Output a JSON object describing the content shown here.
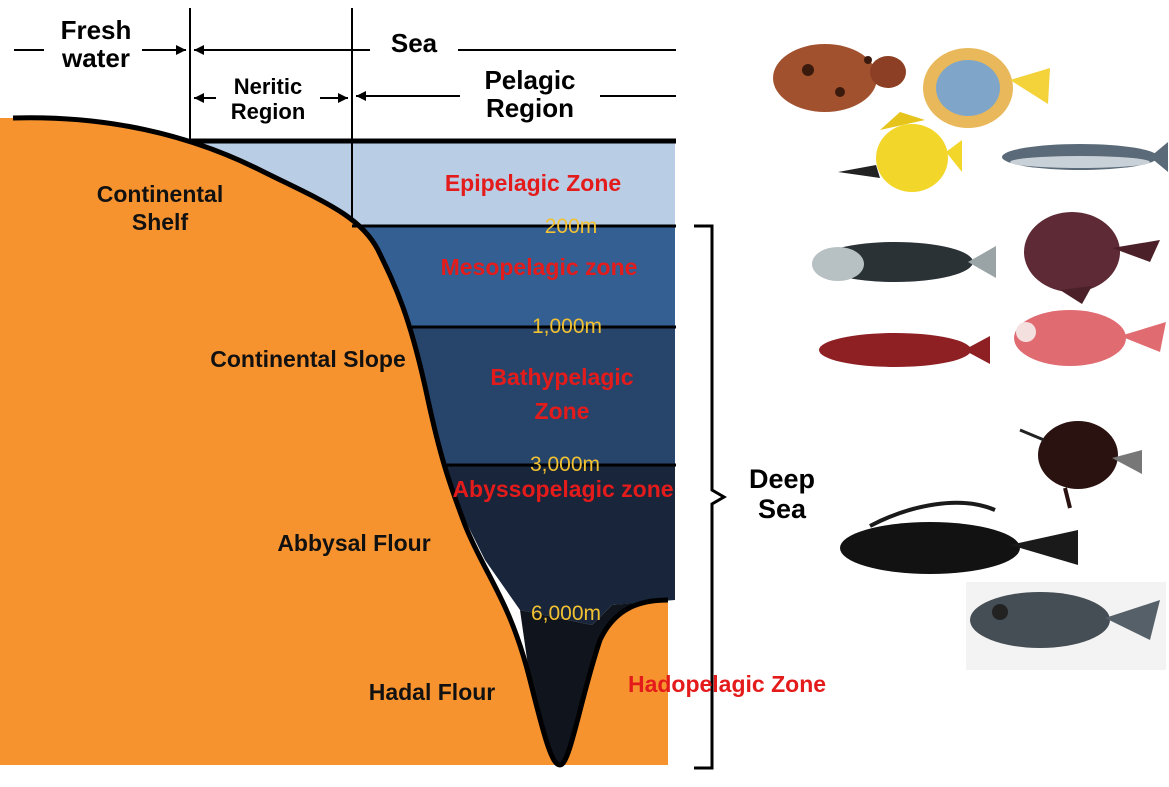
{
  "header": {
    "fresh_water": "Fresh water",
    "sea": "Sea",
    "neritic_region": "Neritic Region",
    "pelagic_region": "Pelagic Region"
  },
  "land_labels": {
    "continental_shelf": "Continental Shelf",
    "continental_slope": "Continental Slope",
    "abbysal_flour": "Abbysal Flour",
    "hadal_flour": "Hadal Flour"
  },
  "zones": {
    "epipelagic": "Epipelagic Zone",
    "mesopelagic": "Mesopelagic zone",
    "bathypelagic": "Bathypelagic Zone",
    "abyssopelagic": "Abyssopelagic zone",
    "hadopelagic": "Hadopelagic Zone"
  },
  "depths": {
    "d200": "200m",
    "d1000": "1,000m",
    "d3000": "3,000m",
    "d6000": "6,000m"
  },
  "deep_sea": "Deep Sea",
  "colors": {
    "land": "#f7932f",
    "epipelagic": "#b9cde4",
    "mesopelagic": "#345f93",
    "bathypelagic": "#27456b",
    "abyssopelagic": "#18253a",
    "hadopelagic": "#0f141d",
    "zone_text": "#e41b1b",
    "depth_text": "#f2c232"
  },
  "fish_images": [
    "frogfish",
    "angelfish",
    "butterflyfish",
    "anchovy",
    "deep-sea-fish",
    "anglerfish-brown",
    "red-fish",
    "pink-bigeye",
    "black-anglerfish",
    "whipnose-anglerfish",
    "grenadier"
  ]
}
